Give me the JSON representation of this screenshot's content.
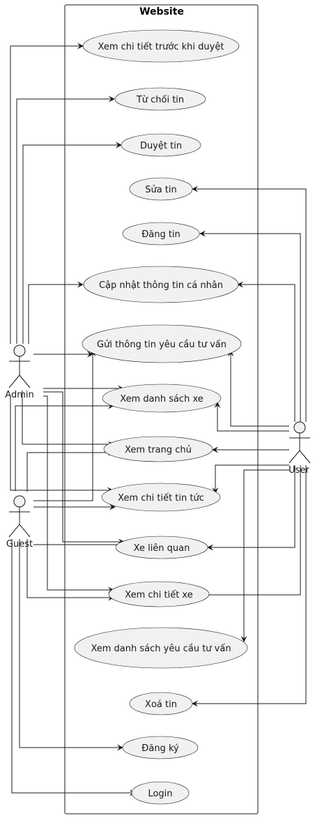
{
  "system": {
    "title": "Website"
  },
  "actors": {
    "admin": "Admin",
    "guest": "Guest",
    "user": "User"
  },
  "usecases": [
    {
      "id": "uc1",
      "label": "Xem chi tiết trước khi duyệt"
    },
    {
      "id": "uc2",
      "label": "Từ chối tin"
    },
    {
      "id": "uc3",
      "label": "Duyệt tin"
    },
    {
      "id": "uc4",
      "label": "Sửa tin"
    },
    {
      "id": "uc5",
      "label": "Đăng tin"
    },
    {
      "id": "uc6",
      "label": "Cập nhật thông tin cá nhân"
    },
    {
      "id": "uc7",
      "label": "Gửi thông tin yêu cầu tư vấn"
    },
    {
      "id": "uc8",
      "label": "Xem danh sách xe"
    },
    {
      "id": "uc9",
      "label": "Xem trang chủ"
    },
    {
      "id": "uc10",
      "label": "Xem chi tiết tin tức"
    },
    {
      "id": "uc11",
      "label": "Xe liên quan"
    },
    {
      "id": "uc12",
      "label": "Xem chi tiết xe"
    },
    {
      "id": "uc13",
      "label": "Xem danh sách yêu cầu tư vấn"
    },
    {
      "id": "uc14",
      "label": "Xoá tin"
    },
    {
      "id": "uc15",
      "label": "Đăng ký"
    },
    {
      "id": "uc16",
      "label": "Login"
    }
  ]
}
